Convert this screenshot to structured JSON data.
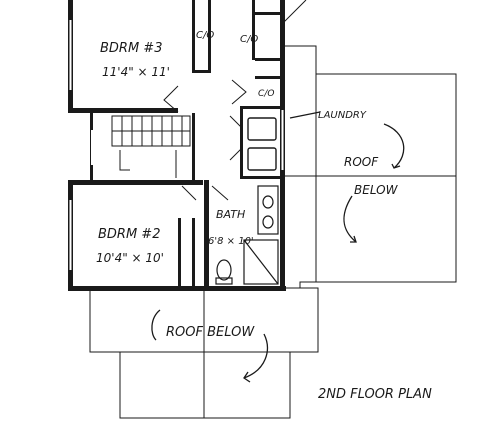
{
  "plan": {
    "title": "2ND FLOOR PLAN",
    "ink": "#1a1a1a",
    "wall_fill": "#1a1a1a",
    "paper": "#ffffff"
  },
  "rooms": {
    "bdrm3": {
      "name": "BDRM #3",
      "size": "11'4\" × 11'"
    },
    "bdrm2": {
      "name": "BDRM #2",
      "size": "10'4\" × 10'"
    },
    "bath": {
      "name": "BATH",
      "size": "6'8 × 10'"
    },
    "laundry": {
      "name": "LAUNDRY"
    },
    "closet_a": {
      "name": "C/O"
    },
    "closet_b": {
      "name": "C/O"
    },
    "closet_c": {
      "name": "C/O"
    }
  },
  "roof_labels": {
    "right_word1": "ROOF",
    "right_word2": "BELOW",
    "bottom": "ROOF BELOW"
  },
  "icons": [
    "arrow-icon",
    "stair-icon",
    "toilet-icon",
    "sink-icon",
    "washer-icon",
    "dryer-icon"
  ]
}
